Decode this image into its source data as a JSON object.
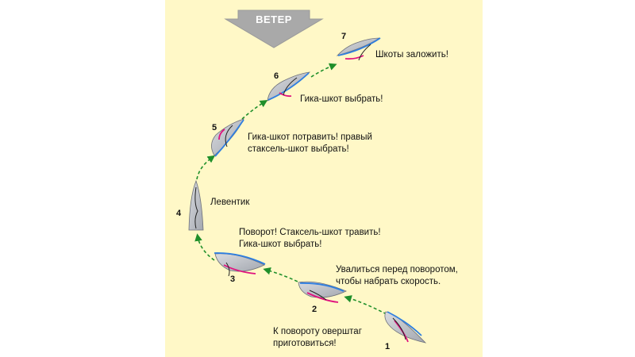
{
  "wind": {
    "label": "ВЕТЕР"
  },
  "steps": [
    {
      "number": "1",
      "lines": [
        "К повороту оверштаг",
        "приготовиться!"
      ]
    },
    {
      "number": "2",
      "lines": [
        "Увалиться перед поворотом,",
        "чтобы набрать скорость."
      ]
    },
    {
      "number": "3",
      "lines": [
        "Поворот! Стаксель-шкот травить!",
        "Гика-шкот выбрать!"
      ]
    },
    {
      "number": "4",
      "lines": [
        "Левентик"
      ]
    },
    {
      "number": "5",
      "lines": [
        "Гика-шкот потравить! правый",
        "стаксель-шкот выбрать!"
      ]
    },
    {
      "number": "6",
      "lines": [
        "Гика-шкот  выбрать!"
      ]
    },
    {
      "number": "7",
      "lines": [
        "Шкоты заложить!"
      ]
    }
  ],
  "colors": {
    "background": "#fff8c7",
    "hull": "#b9bcc3",
    "mainsail": "#2f7fe0",
    "jib": "#e0127e",
    "path": "#1f8f2a",
    "wind_arrow": "#a9a9a9"
  }
}
